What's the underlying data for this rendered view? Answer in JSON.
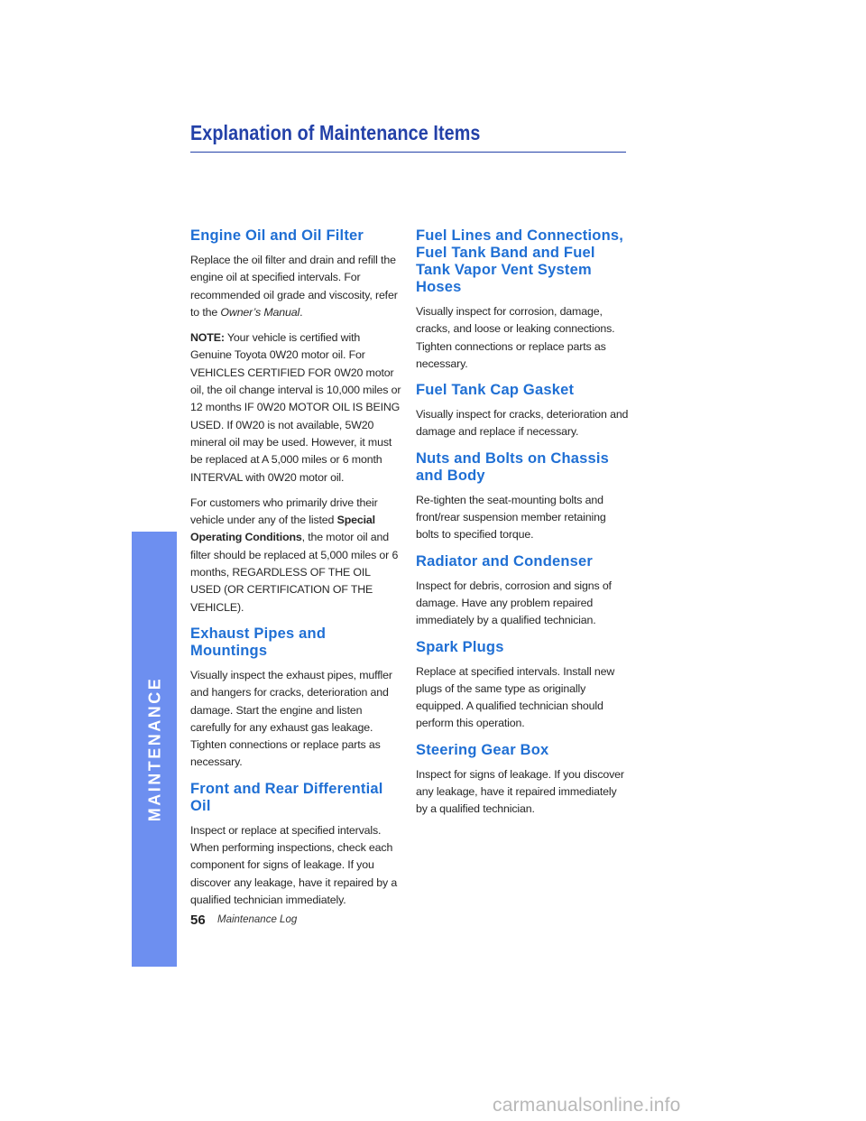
{
  "header": {
    "title": "Explanation of Maintenance Items"
  },
  "sidebar": {
    "label": "MAINTENANCE"
  },
  "left_column": {
    "engine_oil": {
      "heading": "Engine Oil and Oil Filter",
      "p1_pre": "Replace the oil filter and drain and refill the engine oil at specified intervals. For recommended oil grade and viscosity, refer to the ",
      "p1_ref": "Owner’s Manual",
      "p1_post": ".",
      "note_label": "NOTE:",
      "note_text": " Your vehicle is certified with Genuine Toyota 0W20 motor oil. For VEHICLES CERTIFIED FOR 0W20 motor oil, the oil change interval is 10,000 miles or 12 months IF 0W20 MOTOR OIL IS BEING USED. If 0W20 is not available, 5W20 mineral oil may be used. However, it must be replaced at A 5,000 miles or 6 month INTERVAL with 0W20 motor oil.",
      "p3_pre": "For customers who primarily drive their vehicle under any of the listed ",
      "p3_bold": "Special Operating Conditions",
      "p3_post": ", the motor oil and filter should be replaced at 5,000 miles or 6 months, REGARDLESS OF THE OIL USED (OR CERTIFICATION OF THE VEHICLE)."
    },
    "exhaust": {
      "heading": "Exhaust Pipes and Mountings",
      "text": "Visually inspect the exhaust pipes, muffler and hangers for cracks, deterioration and damage. Start the engine and listen carefully for any exhaust gas leakage. Tighten connections or replace parts as necessary."
    },
    "differential": {
      "heading": "Front and Rear Differential Oil",
      "text": "Inspect or replace at specified intervals. When performing inspections, check each component for signs of leakage. If you discover any leakage, have it repaired by a qualified technician immediately."
    }
  },
  "right_column": {
    "fuel_lines": {
      "heading": "Fuel Lines and Connections, Fuel Tank Band and Fuel Tank Vapor Vent System Hoses",
      "text": "Visually inspect for corrosion, damage, cracks, and loose or leaking connections. Tighten connections or replace parts as necessary."
    },
    "fuel_cap": {
      "heading": "Fuel Tank Cap Gasket",
      "text": "Visually inspect for cracks, deterioration and damage and replace if necessary."
    },
    "nuts_bolts": {
      "heading": "Nuts and Bolts on Chassis and Body",
      "text": "Re-tighten the seat-mounting bolts and front/rear suspension member retaining bolts to specified torque."
    },
    "radiator": {
      "heading": "Radiator and Condenser",
      "text": "Inspect for debris, corrosion and signs of damage. Have any problem repaired immediately by a qualified technician."
    },
    "spark_plugs": {
      "heading": "Spark Plugs",
      "text": "Replace at specified intervals. Install new plugs of the same type as originally equipped. A qualified technician should perform this operation."
    },
    "steering": {
      "heading": "Steering Gear Box",
      "text": "Inspect for signs of leakage. If you discover any leakage, have it repaired immediately by a qualified technician."
    }
  },
  "footer": {
    "page_number": "56",
    "label": "Maintenance Log"
  },
  "watermark": "carmanualsonline.info",
  "colors": {
    "title": "#2341a8",
    "heading": "#1f6fd4",
    "sidebar": "#6d8ff0"
  }
}
